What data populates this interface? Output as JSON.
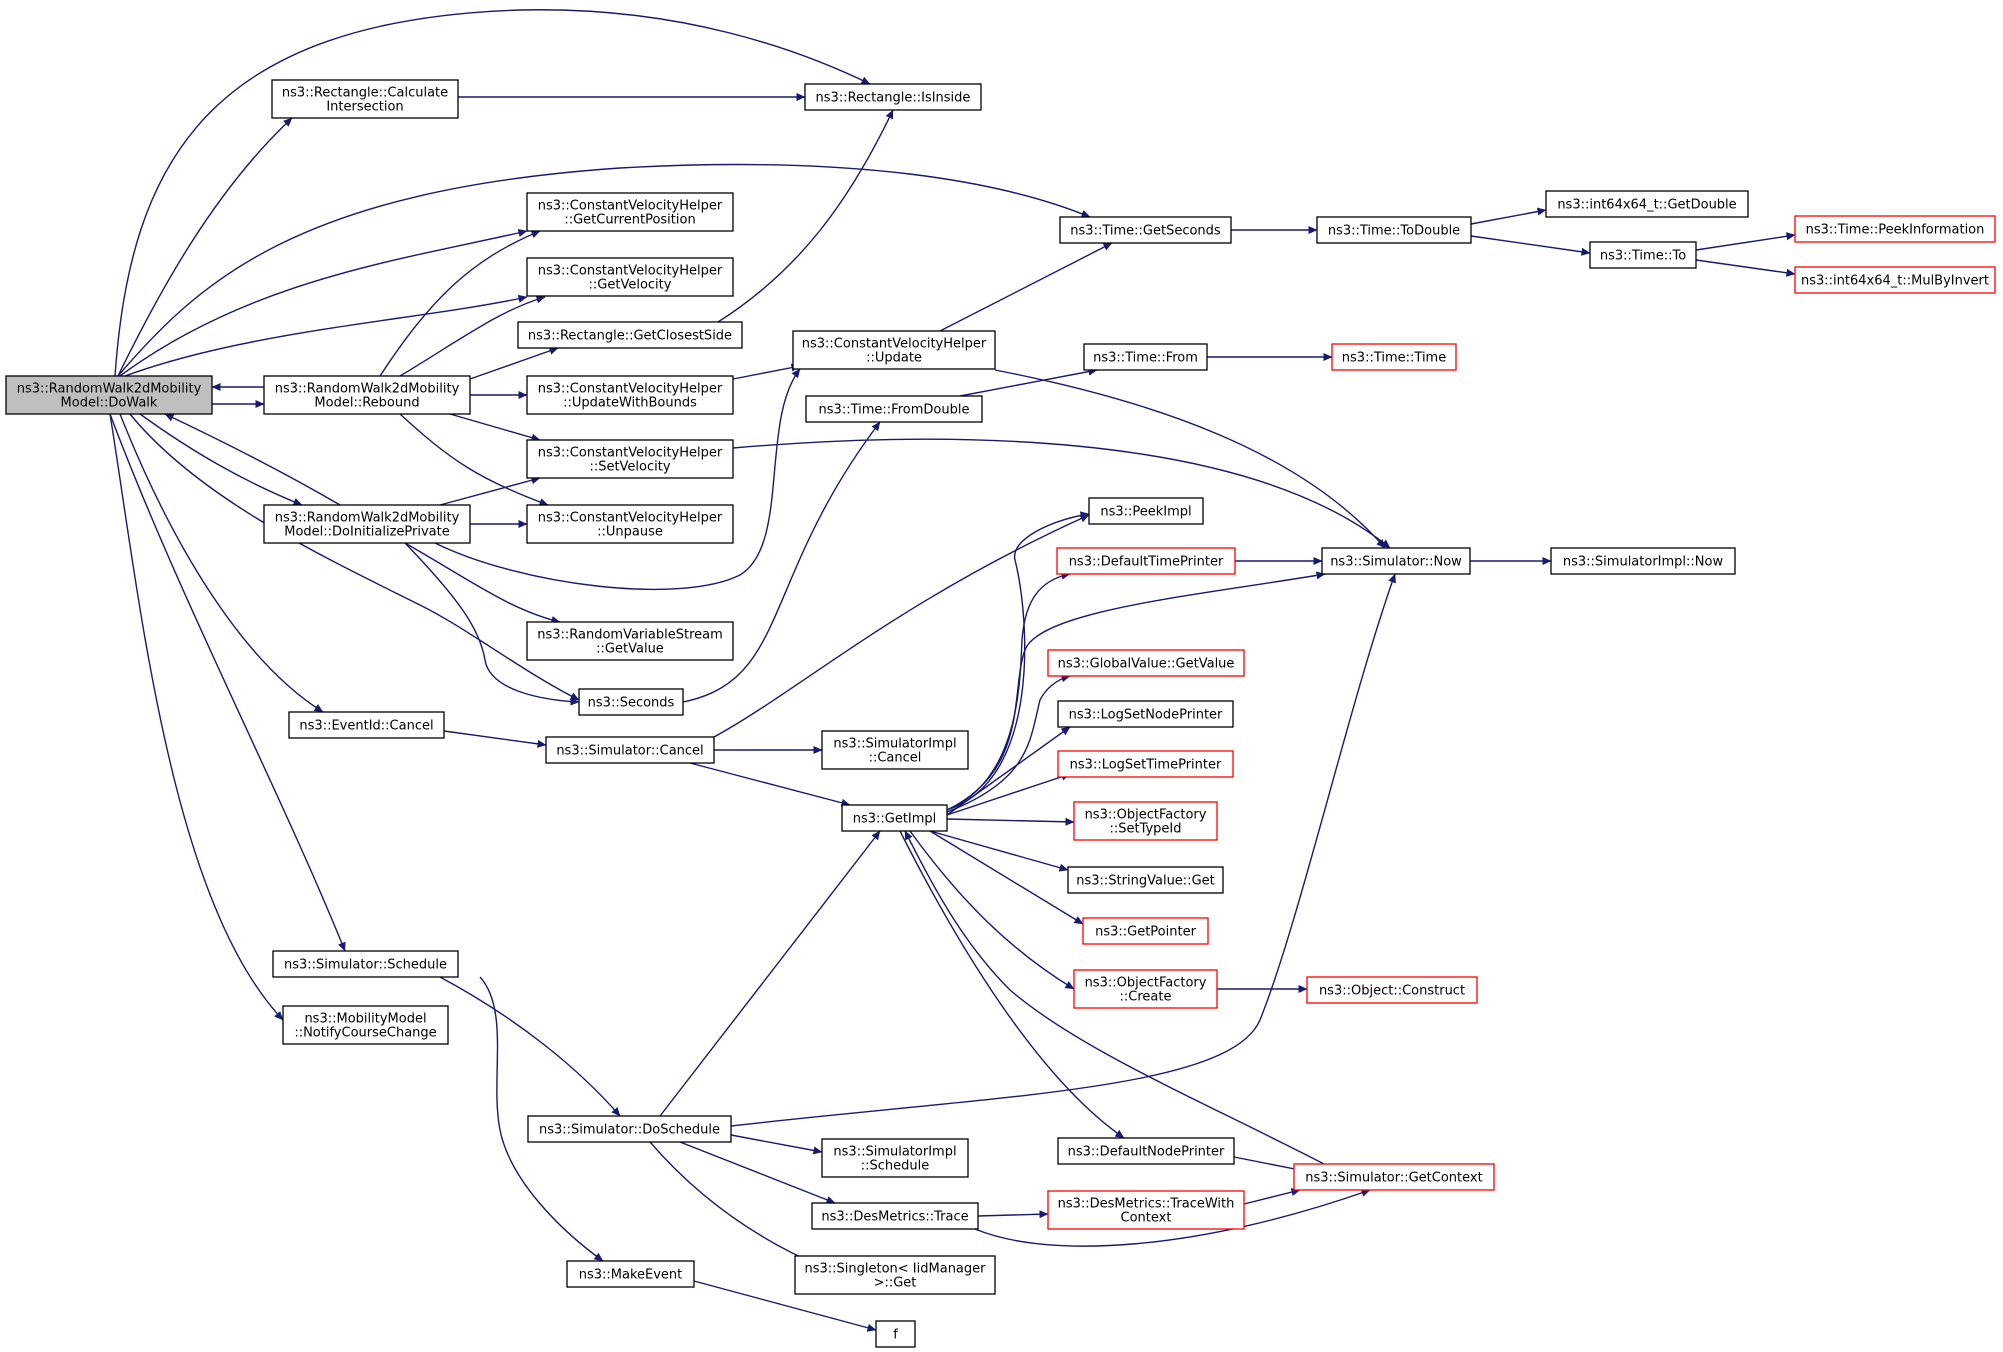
{
  "diagram": {
    "nodes": [
      {
        "id": "dowalk",
        "lines": [
          "ns3::RandomWalk2dMobility",
          "Model::DoWalk"
        ],
        "style": "root"
      },
      {
        "id": "calcint",
        "lines": [
          "ns3::Rectangle::Calculate",
          "Intersection"
        ],
        "style": "normal"
      },
      {
        "id": "isinside",
        "lines": [
          "ns3::Rectangle::IsInside"
        ],
        "style": "normal"
      },
      {
        "id": "getcurpos",
        "lines": [
          "ns3::ConstantVelocityHelper",
          "::GetCurrentPosition"
        ],
        "style": "normal"
      },
      {
        "id": "getvel",
        "lines": [
          "ns3::ConstantVelocityHelper",
          "::GetVelocity"
        ],
        "style": "normal"
      },
      {
        "id": "closest",
        "lines": [
          "ns3::Rectangle::GetClosestSide"
        ],
        "style": "normal"
      },
      {
        "id": "rebound",
        "lines": [
          "ns3::RandomWalk2dMobility",
          "Model::Rebound"
        ],
        "style": "normal"
      },
      {
        "id": "updwb",
        "lines": [
          "ns3::ConstantVelocityHelper",
          "::UpdateWithBounds"
        ],
        "style": "normal"
      },
      {
        "id": "setvel",
        "lines": [
          "ns3::ConstantVelocityHelper",
          "::SetVelocity"
        ],
        "style": "normal"
      },
      {
        "id": "doinit",
        "lines": [
          "ns3::RandomWalk2dMobility",
          "Model::DoInitializePrivate"
        ],
        "style": "normal"
      },
      {
        "id": "unpause",
        "lines": [
          "ns3::ConstantVelocityHelper",
          "::Unpause"
        ],
        "style": "normal"
      },
      {
        "id": "rvsget",
        "lines": [
          "ns3::RandomVariableStream",
          "::GetValue"
        ],
        "style": "normal"
      },
      {
        "id": "seconds",
        "lines": [
          "ns3::Seconds"
        ],
        "style": "normal"
      },
      {
        "id": "evcancel",
        "lines": [
          "ns3::EventId::Cancel"
        ],
        "style": "normal"
      },
      {
        "id": "simcancel",
        "lines": [
          "ns3::Simulator::Cancel"
        ],
        "style": "normal"
      },
      {
        "id": "simimplcancel",
        "lines": [
          "ns3::SimulatorImpl",
          "::Cancel"
        ],
        "style": "normal"
      },
      {
        "id": "schedule",
        "lines": [
          "ns3::Simulator::Schedule"
        ],
        "style": "normal"
      },
      {
        "id": "notify",
        "lines": [
          "ns3::MobilityModel",
          "::NotifyCourseChange"
        ],
        "style": "normal"
      },
      {
        "id": "doschedule",
        "lines": [
          "ns3::Simulator::DoSchedule"
        ],
        "style": "normal"
      },
      {
        "id": "makeevent",
        "lines": [
          "ns3::MakeEvent"
        ],
        "style": "normal"
      },
      {
        "id": "f",
        "lines": [
          "f"
        ],
        "style": "normal"
      },
      {
        "id": "update",
        "lines": [
          "ns3::ConstantVelocityHelper",
          "::Update"
        ],
        "style": "normal"
      },
      {
        "id": "fromdouble",
        "lines": [
          "ns3::Time::FromDouble"
        ],
        "style": "normal"
      },
      {
        "id": "getimpl",
        "lines": [
          "ns3::GetImpl"
        ],
        "style": "normal"
      },
      {
        "id": "simimplsched",
        "lines": [
          "ns3::SimulatorImpl",
          "::Schedule"
        ],
        "style": "normal"
      },
      {
        "id": "desmetrics",
        "lines": [
          "ns3::DesMetrics::Trace"
        ],
        "style": "normal"
      },
      {
        "id": "singleton",
        "lines": [
          "ns3::Singleton< IidManager",
          ">::Get"
        ],
        "style": "normal"
      },
      {
        "id": "getseconds",
        "lines": [
          "ns3::Time::GetSeconds"
        ],
        "style": "normal"
      },
      {
        "id": "timefrom",
        "lines": [
          "ns3::Time::From"
        ],
        "style": "normal"
      },
      {
        "id": "peekimpl",
        "lines": [
          "ns3::PeekImpl"
        ],
        "style": "normal"
      },
      {
        "id": "deftimeprinter",
        "lines": [
          "ns3::DefaultTimePrinter"
        ],
        "style": "red"
      },
      {
        "id": "gvget",
        "lines": [
          "ns3::GlobalValue::GetValue"
        ],
        "style": "red"
      },
      {
        "id": "logsetnode",
        "lines": [
          "ns3::LogSetNodePrinter"
        ],
        "style": "normal"
      },
      {
        "id": "logsettime",
        "lines": [
          "ns3::LogSetTimePrinter"
        ],
        "style": "red"
      },
      {
        "id": "ofsettype",
        "lines": [
          "ns3::ObjectFactory",
          "::SetTypeId"
        ],
        "style": "red"
      },
      {
        "id": "strvalget",
        "lines": [
          "ns3::StringValue::Get"
        ],
        "style": "normal"
      },
      {
        "id": "getpointer",
        "lines": [
          "ns3::GetPointer"
        ],
        "style": "red"
      },
      {
        "id": "ofcreate",
        "lines": [
          "ns3::ObjectFactory",
          "::Create"
        ],
        "style": "red"
      },
      {
        "id": "defnodeprinter",
        "lines": [
          "ns3::DefaultNodePrinter"
        ],
        "style": "normal"
      },
      {
        "id": "desmetricsctx",
        "lines": [
          "ns3::DesMetrics::TraceWith",
          "Context"
        ],
        "style": "red"
      },
      {
        "id": "todouble",
        "lines": [
          "ns3::Time::ToDouble"
        ],
        "style": "normal"
      },
      {
        "id": "timetime",
        "lines": [
          "ns3::Time::Time"
        ],
        "style": "red"
      },
      {
        "id": "simnow",
        "lines": [
          "ns3::Simulator::Now"
        ],
        "style": "normal"
      },
      {
        "id": "objconstruct",
        "lines": [
          "ns3::Object::Construct"
        ],
        "style": "red"
      },
      {
        "id": "getcontext",
        "lines": [
          "ns3::Simulator::GetContext"
        ],
        "style": "red"
      },
      {
        "id": "i64getdouble",
        "lines": [
          "ns3::int64x64_t::GetDouble"
        ],
        "style": "normal"
      },
      {
        "id": "timeto",
        "lines": [
          "ns3::Time::To"
        ],
        "style": "normal"
      },
      {
        "id": "simimplnow",
        "lines": [
          "ns3::SimulatorImpl::Now"
        ],
        "style": "normal"
      },
      {
        "id": "peekinfo",
        "lines": [
          "ns3::Time::PeekInformation"
        ],
        "style": "red"
      },
      {
        "id": "mulbyinvert",
        "lines": [
          "ns3::int64x64_t::MulByInvert"
        ],
        "style": "red"
      }
    ],
    "edges": [
      [
        "dowalk",
        "calcint"
      ],
      [
        "dowalk",
        "isinside"
      ],
      [
        "dowalk",
        "getcurpos"
      ],
      [
        "dowalk",
        "getvel"
      ],
      [
        "dowalk",
        "rebound"
      ],
      [
        "dowalk",
        "doinit"
      ],
      [
        "dowalk",
        "getseconds"
      ],
      [
        "dowalk",
        "seconds"
      ],
      [
        "dowalk",
        "evcancel"
      ],
      [
        "dowalk",
        "schedule"
      ],
      [
        "dowalk",
        "notify"
      ],
      [
        "calcint",
        "isinside"
      ],
      [
        "closest",
        "isinside"
      ],
      [
        "rebound",
        "dowalk"
      ],
      [
        "rebound",
        "getcurpos"
      ],
      [
        "rebound",
        "getvel"
      ],
      [
        "rebound",
        "closest"
      ],
      [
        "rebound",
        "updwb"
      ],
      [
        "rebound",
        "setvel"
      ],
      [
        "rebound",
        "unpause"
      ],
      [
        "doinit",
        "dowalk"
      ],
      [
        "doinit",
        "setvel"
      ],
      [
        "doinit",
        "unpause"
      ],
      [
        "doinit",
        "update"
      ],
      [
        "doinit",
        "rvsget"
      ],
      [
        "doinit",
        "seconds"
      ],
      [
        "updwb",
        "update"
      ],
      [
        "setvel",
        "simnow"
      ],
      [
        "seconds",
        "fromdouble"
      ],
      [
        "update",
        "getseconds"
      ],
      [
        "update",
        "simnow"
      ],
      [
        "fromdouble",
        "timefrom"
      ],
      [
        "timefrom",
        "timetime"
      ],
      [
        "getseconds",
        "todouble"
      ],
      [
        "todouble",
        "i64getdouble"
      ],
      [
        "todouble",
        "timeto"
      ],
      [
        "timeto",
        "peekinfo"
      ],
      [
        "timeto",
        "mulbyinvert"
      ],
      [
        "evcancel",
        "simcancel"
      ],
      [
        "simcancel",
        "peekimpl"
      ],
      [
        "simcancel",
        "simimplcancel"
      ],
      [
        "simcancel",
        "getimpl"
      ],
      [
        "getimpl",
        "peekimpl"
      ],
      [
        "getimpl",
        "deftimeprinter"
      ],
      [
        "getimpl",
        "simnow"
      ],
      [
        "getimpl",
        "gvget"
      ],
      [
        "getimpl",
        "logsetnode"
      ],
      [
        "getimpl",
        "logsettime"
      ],
      [
        "getimpl",
        "ofsettype"
      ],
      [
        "getimpl",
        "strvalget"
      ],
      [
        "getimpl",
        "getpointer"
      ],
      [
        "getimpl",
        "ofcreate"
      ],
      [
        "getimpl",
        "defnodeprinter"
      ],
      [
        "deftimeprinter",
        "simnow"
      ],
      [
        "simnow",
        "simimplnow"
      ],
      [
        "ofcreate",
        "objconstruct"
      ],
      [
        "defnodeprinter",
        "getcontext"
      ],
      [
        "getcontext",
        "getimpl"
      ],
      [
        "schedule",
        "doschedule"
      ],
      [
        "schedule",
        "makeevent"
      ],
      [
        "doschedule",
        "getimpl"
      ],
      [
        "doschedule",
        "simnow"
      ],
      [
        "doschedule",
        "simimplsched"
      ],
      [
        "doschedule",
        "desmetrics"
      ],
      [
        "doschedule",
        "singleton"
      ],
      [
        "desmetrics",
        "desmetricsctx"
      ],
      [
        "desmetrics",
        "getcontext"
      ],
      [
        "desmetricsctx",
        "getcontext"
      ],
      [
        "makeevent",
        "f"
      ]
    ]
  }
}
